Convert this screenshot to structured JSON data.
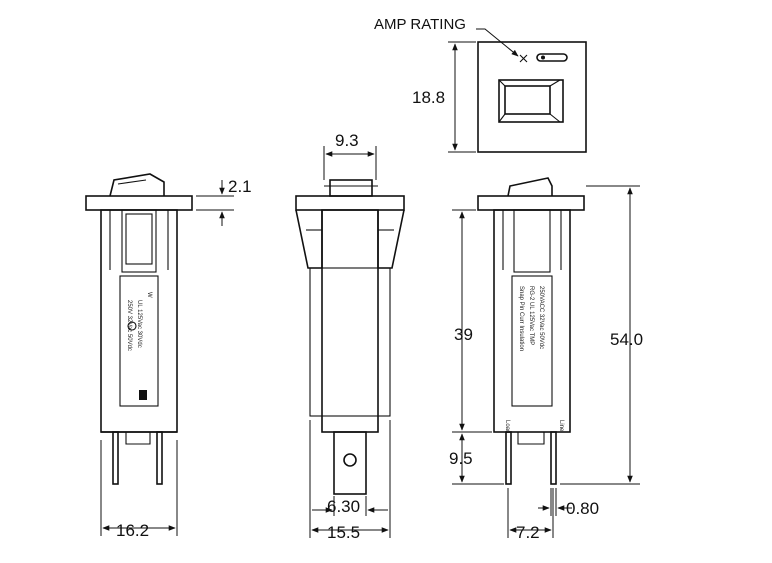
{
  "callout": {
    "amp_rating": "AMP RATING"
  },
  "dimensions": {
    "bezel_height": "18.8",
    "bezel_width": "9.3",
    "rocker_offset": "2.1",
    "body_length": "39",
    "terminal_length": "9.5",
    "overall_length": "54.0",
    "tab_width": "6.30",
    "body_width_side": "15.5",
    "body_width_front": "16.2",
    "terminal_spacing": "7.2",
    "terminal_thickness": "0.80"
  },
  "terminal_labels": {
    "line": "Line",
    "load": "Load"
  },
  "colors": {
    "ink": "#111111",
    "background": "#ffffff"
  }
}
